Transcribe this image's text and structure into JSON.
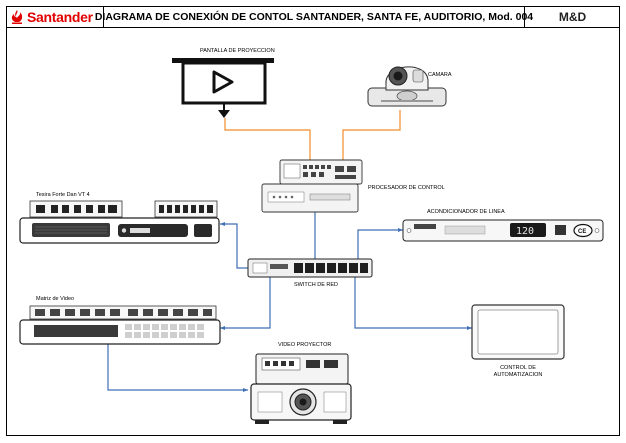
{
  "header": {
    "logo_text": "Santander",
    "title": "DIAGRAMA DE CONEXIÓN DE CONTOL SANTANDER, SANTA FE, AUDITORIO, Mod. 004",
    "brand": "M&D"
  },
  "devices": {
    "pantalla": "PANTALLA DE PROYECCION",
    "camara": "CAMARA",
    "procesador": "PROCESADOR DE CONTROL",
    "tesira": "Tesira Forte Dan VT 4",
    "acondicionador": "ACONDICIONADOR DE LINEA",
    "switch": "SWITCH DE RED",
    "matriz": "Matriz de Video",
    "proyector": "VIDEO PROYECTOR",
    "control": "CONTROL DE\nAUTOMATIZACION"
  },
  "acondicionador_display": "120",
  "colors": {
    "brand_red": "#e20000",
    "orange_link": "#f28c28",
    "blue_link": "#3f6fb5"
  },
  "icons": [
    "santander-flame-icon",
    "play-icon",
    "camera-icon"
  ]
}
